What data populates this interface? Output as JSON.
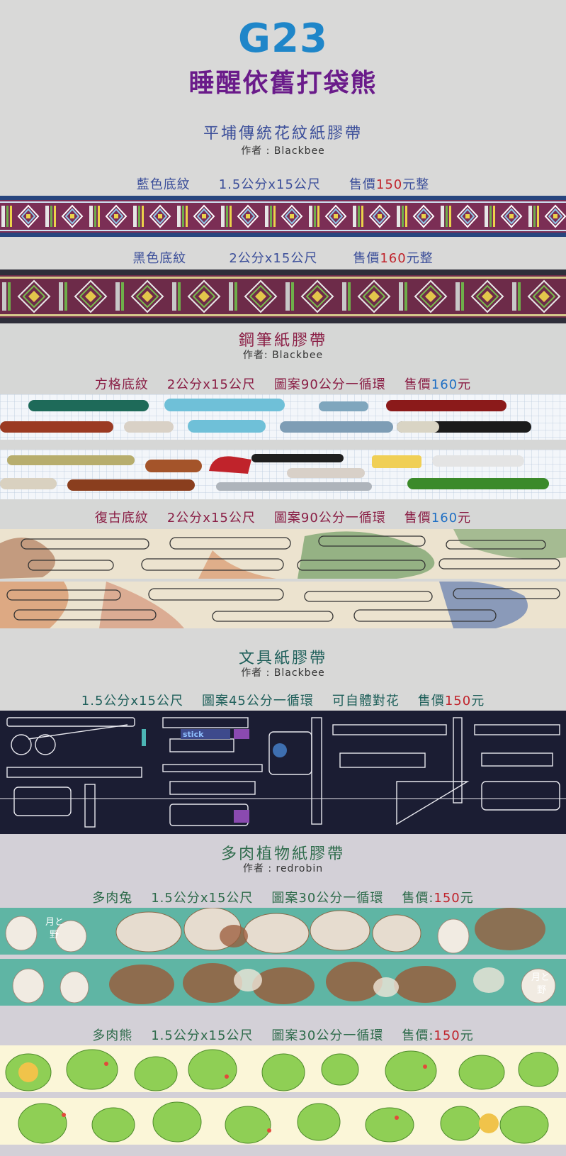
{
  "header": {
    "code": "G23",
    "subtitle": "睡醒依舊打袋熊"
  },
  "colors": {
    "blue_title": "#1f86c9",
    "purple": "#6a1b8a",
    "red_price": "#c0232b",
    "blue_price": "#1f6fc4",
    "teal": "#1e5f5a"
  },
  "sections": [
    {
      "title": "平埔傳統花紋紙膠帶",
      "author": "作者 : Blackbee",
      "variants": [
        {
          "name": "藍色底紋",
          "size": "1.5公分x15公尺",
          "price_prefix": "售價",
          "price_value": "150",
          "price_suffix": "元整"
        },
        {
          "name": "黑色底紋",
          "size": "2公分x15公尺",
          "price_prefix": "售價",
          "price_value": "160",
          "price_suffix": "元整"
        }
      ]
    },
    {
      "title": "鋼筆紙膠帶",
      "author": "作者: Blackbee",
      "variants": [
        {
          "name": "方格底紋",
          "size": "2公分x15公尺",
          "repeat": "圖案90公分一循環",
          "price_prefix": "售價",
          "price_value": "160",
          "price_suffix": "元"
        },
        {
          "name": "復古底紋",
          "size": "2公分x15公尺",
          "repeat": "圖案90公分一循環",
          "price_prefix": "售價",
          "price_value": "160",
          "price_suffix": "元"
        }
      ]
    },
    {
      "title": "文具紙膠帶",
      "author": "作者 : Blackbee",
      "variants": [
        {
          "size": "1.5公分x15公尺",
          "repeat": "圖案45公分一循環",
          "extra": "可自體對花",
          "price_prefix": "售價",
          "price_value": "150",
          "price_suffix": "元"
        }
      ]
    },
    {
      "title": "多肉植物紙膠帶",
      "author": "作者 : redrobin",
      "variants": [
        {
          "name": "多肉兔",
          "size": "1.5公分x15公尺",
          "repeat": "圖案30公分一循環",
          "price_prefix": "售價:",
          "price_value": "150",
          "price_suffix": "元"
        },
        {
          "name": "多肉熊",
          "size": "1.5公分x15公尺",
          "repeat": "圖案30公分一循環",
          "price_prefix": "售價:",
          "price_value": "150",
          "price_suffix": "元"
        }
      ]
    }
  ],
  "tape_text": {
    "stick": "stick",
    "moon_a": "月",
    "moon_b": "と",
    "moon_c": "野"
  }
}
